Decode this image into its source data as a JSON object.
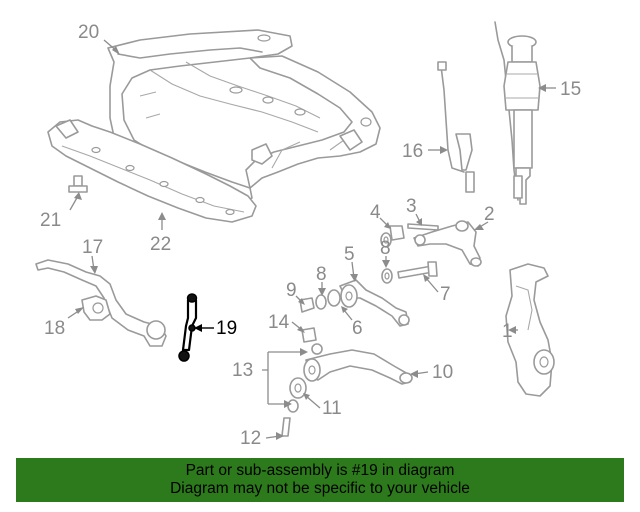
{
  "diagram": {
    "highlight_color": "#000000",
    "part_color": "#9a9a9a",
    "highlighted_part": "19",
    "callouts": [
      "1",
      "2",
      "3",
      "4",
      "5",
      "6",
      "7",
      "8",
      "8",
      "9",
      "10",
      "11",
      "12",
      "13",
      "14",
      "15",
      "16",
      "17",
      "18",
      "19",
      "20",
      "21",
      "22"
    ]
  },
  "banner": {
    "line1": "Part or sub-assembly is #19 in diagram",
    "line2": "Diagram may not be specific to your vehicle",
    "background": "#2d7a1c"
  }
}
